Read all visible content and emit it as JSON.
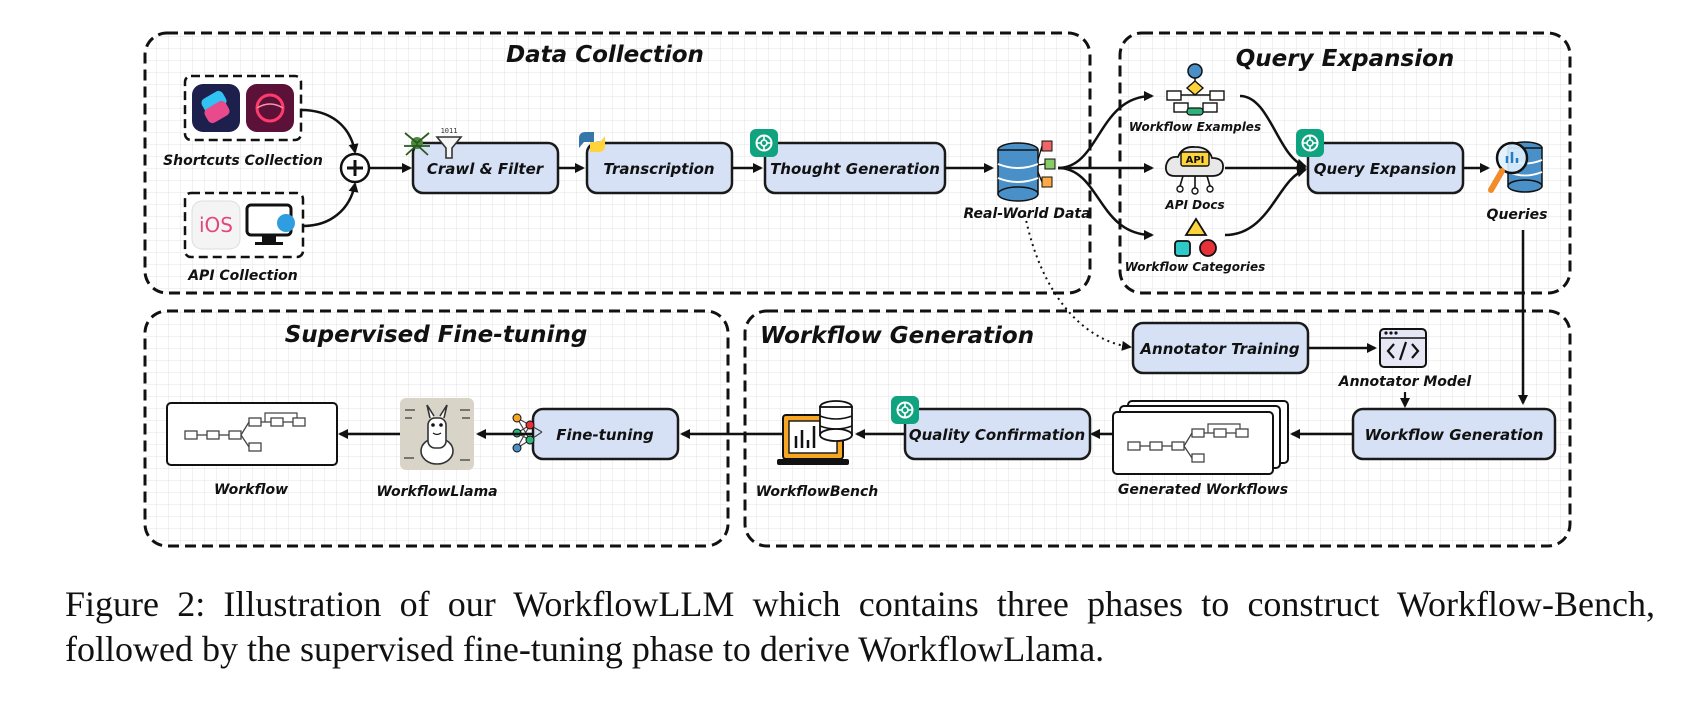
{
  "panels": {
    "data_collection": "Data Collection",
    "query_expansion": "Query Expansion",
    "supervised_finetuning": "Supervised Fine-tuning",
    "workflow_generation": "Workflow Generation"
  },
  "nodes": {
    "crawl_filter": "Crawl & Filter",
    "transcription": "Transcription",
    "thought_generation": "Thought Generation",
    "query_expansion": "Query Expansion",
    "annotator_training": "Annotator Training",
    "workflow_generation": "Workflow Generation",
    "quality_confirmation": "Quality Confirmation",
    "fine_tuning": "Fine-tuning"
  },
  "labels": {
    "shortcuts_collection": "Shortcuts Collection",
    "api_collection": "API Collection",
    "real_world_data": "Real-World Data",
    "workflow_examples": "Workflow Examples",
    "api_docs": "API Docs",
    "workflow_categories": "Workflow Categories",
    "queries": "Queries",
    "annotator_model": "Annotator Model",
    "generated_workflows": "Generated Workflows",
    "workflowbench": "WorkflowBench",
    "workflowllama": "WorkflowLlama",
    "workflow": "Workflow"
  },
  "icon_text": {
    "ios": "iOS",
    "api": "API"
  },
  "caption": "Figure 2: Illustration of our WorkflowLLM which contains three phases to construct Workflow-Bench, followed by the supervised fine-tuning phase to derive WorkflowLlama.",
  "colors": {
    "node_fill": "#d6e1f5",
    "node_stroke": "#1a1a1a",
    "gpt_green": "#10a37f",
    "db_blue": "#4a90c8",
    "grid": "#e3e3e3"
  }
}
